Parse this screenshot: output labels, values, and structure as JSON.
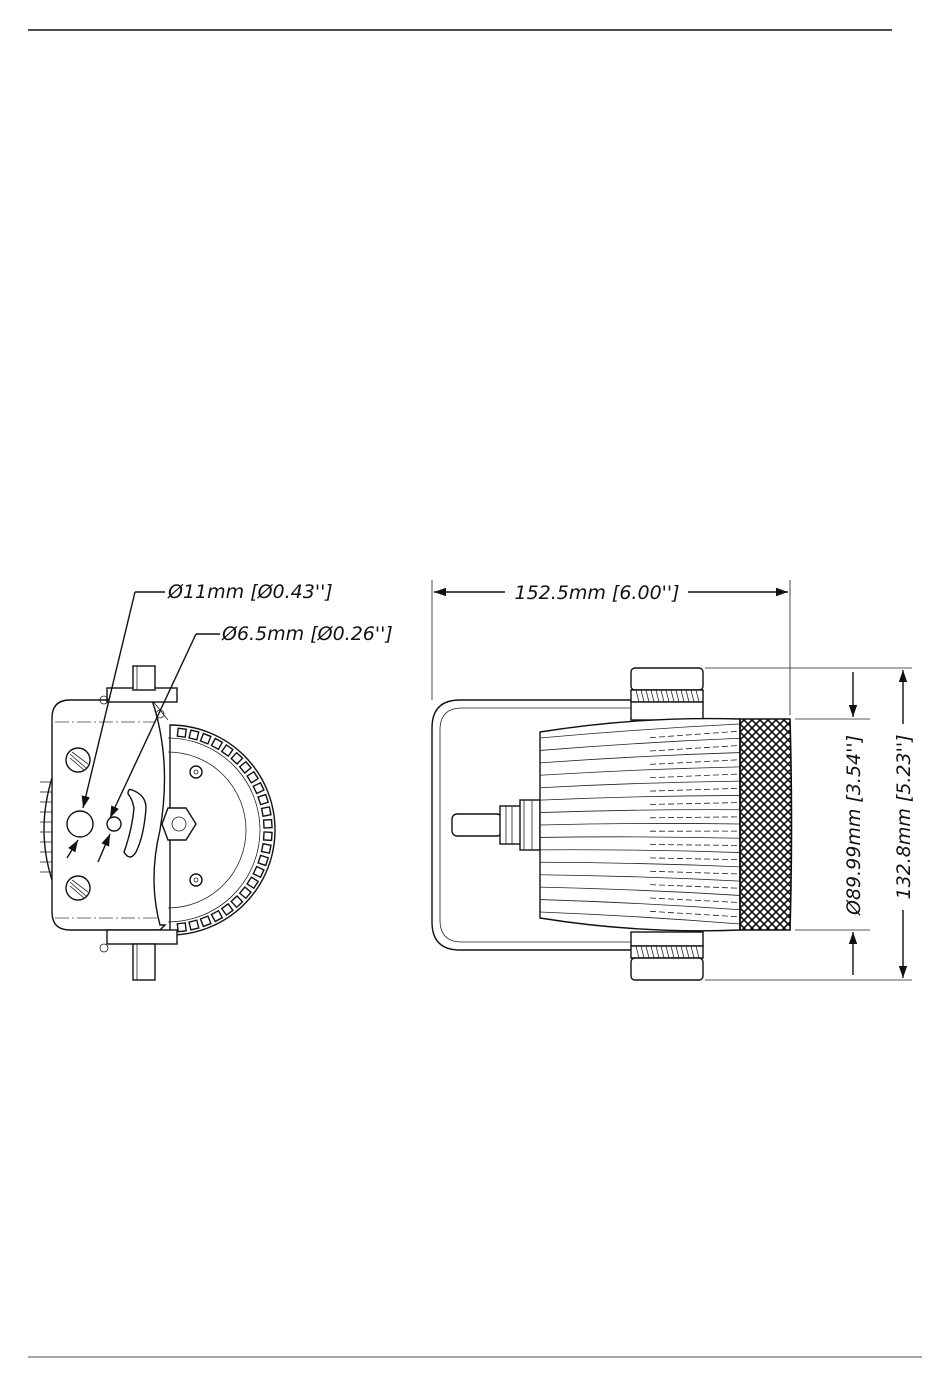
{
  "dimensions": {
    "hole_large": "Ø11mm [Ø0.43'']",
    "hole_small": "Ø6.5mm [Ø0.26'']",
    "overall_length": "152.5mm [6.00'']",
    "head_diameter": "Ø89.99mm [3.54'']",
    "overall_height": "132.8mm [5.23'']"
  }
}
